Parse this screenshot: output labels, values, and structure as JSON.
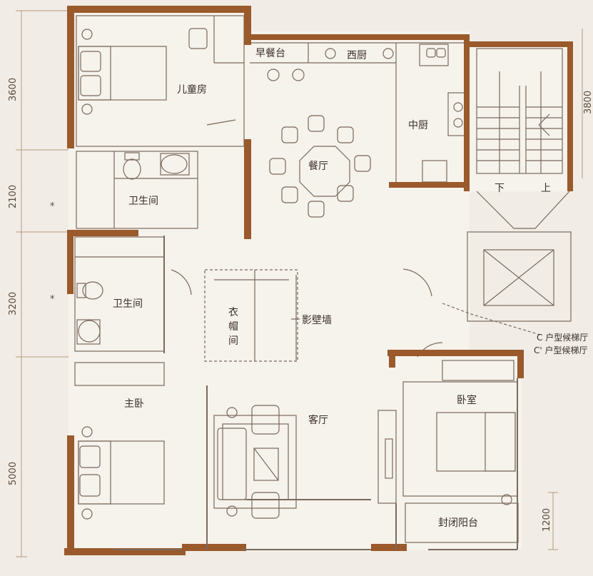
{
  "rooms": {
    "kids_room": "儿童房",
    "breakfast_bar": "早餐台",
    "western_kitchen": "西厨",
    "chinese_kitchen": "中厨",
    "dining": "餐厅",
    "bath_1": "卫生间",
    "bath_2": "卫生间",
    "wardrobe_1": "衣",
    "wardrobe_2": "帽",
    "wardrobe_3": "间",
    "feature_wall": "影壁墙",
    "master_bedroom": "主卧",
    "living_room": "客厅",
    "bedroom": "卧室",
    "enclosed_balcony": "封闭阳台"
  },
  "stairs": {
    "down": "下",
    "up": "上"
  },
  "notes": {
    "c_lobby": "C 户型候梯厅",
    "c_prime_lobby": "C' 户型候梯厅"
  },
  "dimensions": {
    "left": [
      "3600",
      "2100",
      "3200",
      "5000"
    ],
    "right": [
      "3800",
      "1200"
    ],
    "asterisk": "*"
  },
  "colors": {
    "wall": "#9a5a2b",
    "line": "#7a6a5c",
    "background": "#f1ece6",
    "floor": "#f6f2ec",
    "dim_line": "#b89a7d"
  }
}
